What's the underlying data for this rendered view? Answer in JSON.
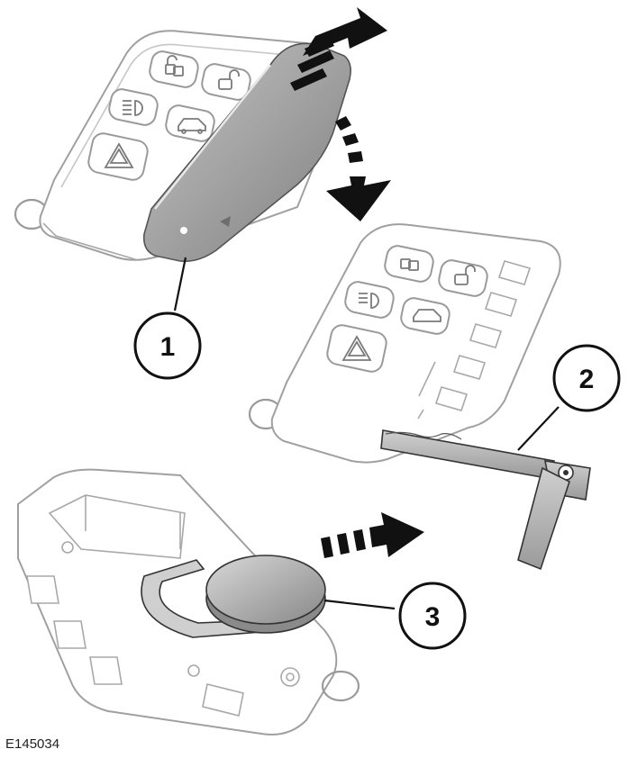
{
  "figure": {
    "code": "E145034",
    "callouts": [
      {
        "label": "1",
        "target": "key-fob-cover"
      },
      {
        "label": "2",
        "target": "emergency-key-blade"
      },
      {
        "label": "3",
        "target": "coin-battery"
      }
    ]
  },
  "colors": {
    "line": "#8a8a8a",
    "line_dark": "#222222",
    "fill_light": "#ffffff",
    "cover_gray": "#9a9a9a",
    "metal_gray": "#b0b0b0",
    "arrow": "#111111"
  },
  "icons": [
    "unlock-double-icon",
    "padlock-open-icon",
    "headlamp-icon",
    "tailgate-car-icon",
    "hazard-triangle-icon"
  ]
}
